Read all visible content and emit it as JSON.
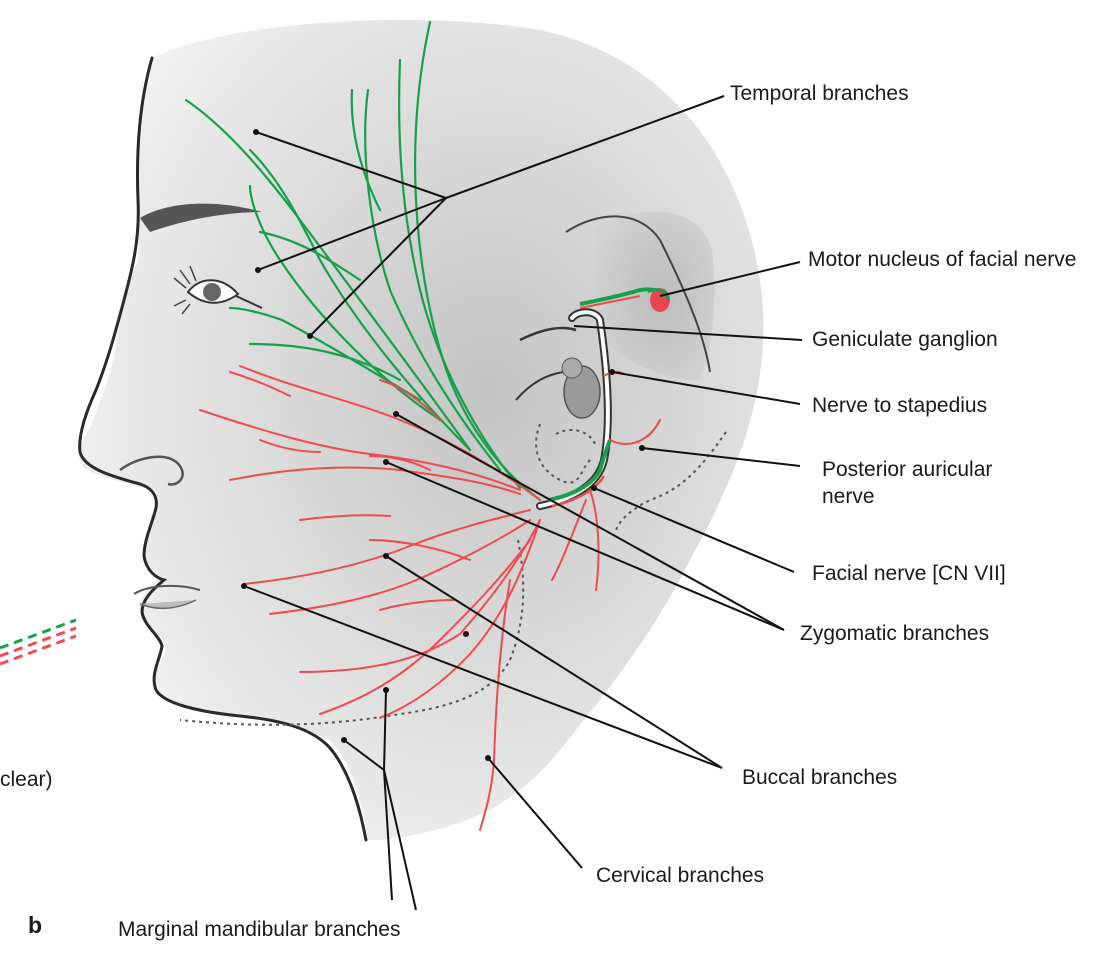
{
  "figure": {
    "panel_letter": "b",
    "cropped_caption": "clear)",
    "labels": {
      "temporal": "Temporal branches",
      "motor_nucleus": "Motor nucleus of facial nerve",
      "geniculate": "Geniculate ganglion",
      "stapedius": "Nerve to stapedius",
      "posterior_auricular": "Posterior auricular nerve",
      "facial_nerve": "Facial nerve [CN VII]",
      "zygomatic": "Zygomatic branches",
      "buccal": "Buccal branches",
      "cervical": "Cervical branches",
      "marginal_mandibular": "Marginal mandibular branches"
    },
    "colors": {
      "upper_nerve": "#17a04a",
      "lower_nerve": "#ee4b4f",
      "nucleus": "#e8454d",
      "skin": "#dedede",
      "outline": "#2a2a2a",
      "leader_line": "#111111"
    }
  }
}
